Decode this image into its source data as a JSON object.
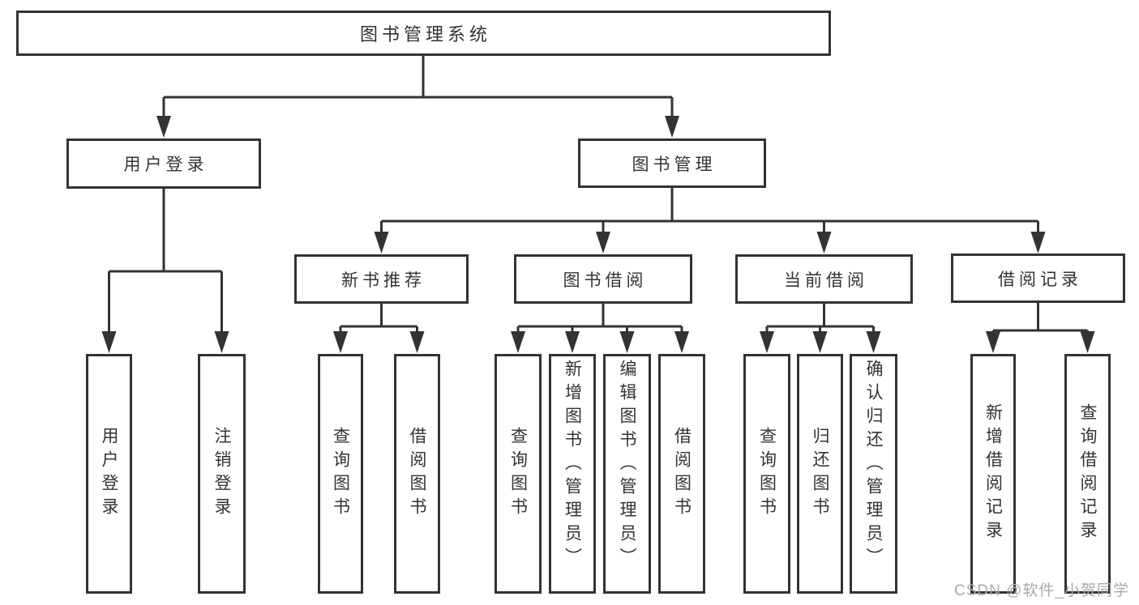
{
  "watermark": "CSDN @软件_小贺同学",
  "colors": {
    "line": "#333333",
    "text": "#333333",
    "box_fill": "#ffffff",
    "watermark_gray": "#a9a9a9",
    "background": "#ffffff"
  },
  "tree": {
    "root": "图书管理系统",
    "children": [
      {
        "label": "用户登录",
        "children": [
          {
            "label": "用户登录"
          },
          {
            "label": "注销登录"
          }
        ]
      },
      {
        "label": "图书管理",
        "children": [
          {
            "label": "新书推荐",
            "children": [
              {
                "label": "查询图书"
              },
              {
                "label": "借阅图书"
              }
            ]
          },
          {
            "label": "图书借阅",
            "children": [
              {
                "label": "查询图书"
              },
              {
                "label": "新增图书（管理员）"
              },
              {
                "label": "编辑图书（管理员）"
              },
              {
                "label": "借阅图书"
              }
            ]
          },
          {
            "label": "当前借阅",
            "children": [
              {
                "label": "查询图书"
              },
              {
                "label": "归还图书"
              },
              {
                "label": "确认归还（管理员）"
              }
            ]
          },
          {
            "label": "借阅记录",
            "children": [
              {
                "label": "新增借阅记录"
              },
              {
                "label": "查询借阅记录"
              }
            ]
          }
        ]
      }
    ]
  }
}
